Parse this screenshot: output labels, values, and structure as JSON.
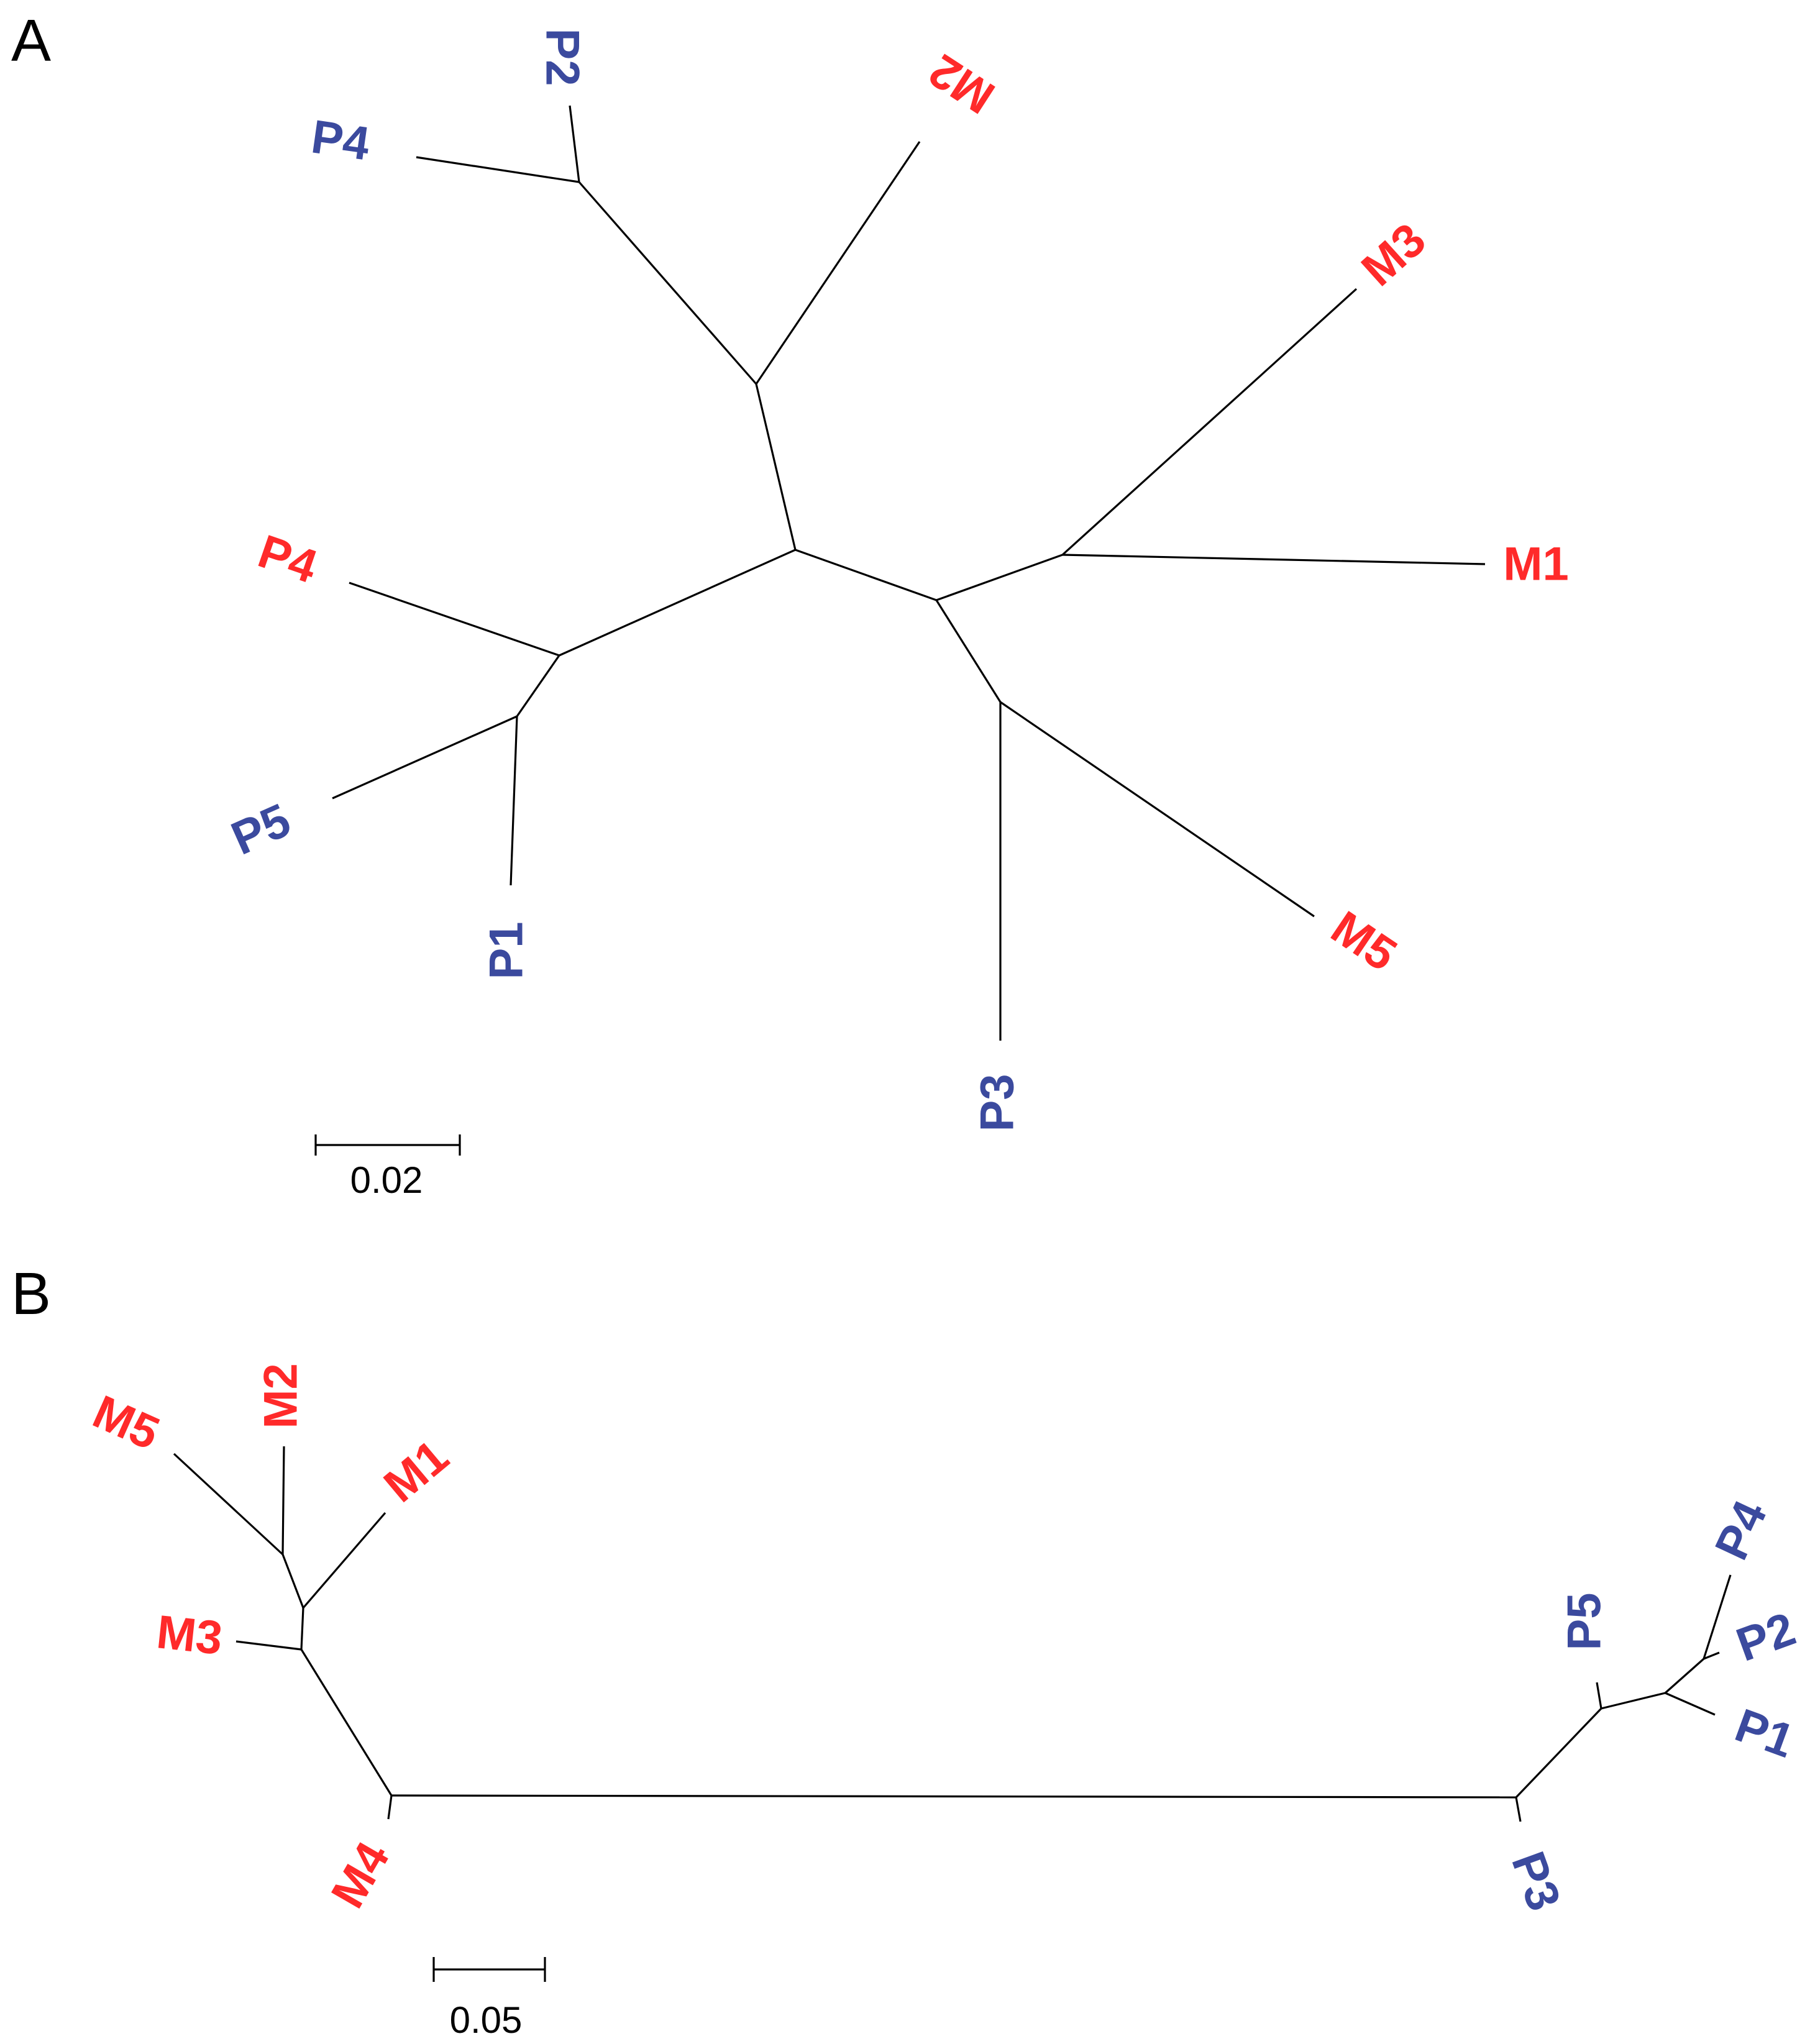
{
  "colors": {
    "maternal": "#ff2a2a",
    "paternal": "#3b4a9e",
    "branch": "#000000"
  },
  "panels": [
    {
      "id": "A",
      "label": "A",
      "scale_label": "0.02",
      "labels": {
        "P2": "P2",
        "P4b": "P4",
        "M2": "M2",
        "M3": "M3",
        "M1": "M1",
        "P4r": "P4",
        "P5": "P5",
        "P1": "P1",
        "P3": "P3",
        "M5": "M5"
      }
    },
    {
      "id": "B",
      "label": "B",
      "scale_label": "0.05",
      "labels": {
        "M5": "M5",
        "M2": "M2",
        "M1": "M1",
        "M3": "M3",
        "M4": "M4",
        "P5": "P5",
        "P4": "P4",
        "P2": "P2",
        "P1": "P1",
        "P3": "P3"
      }
    }
  ]
}
